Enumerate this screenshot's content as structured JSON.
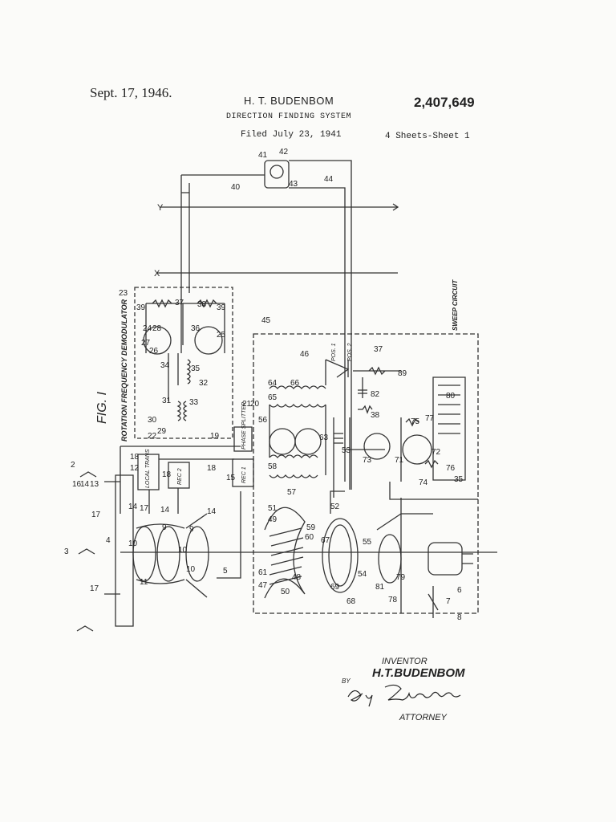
{
  "header": {
    "date": "Sept. 17, 1946.",
    "inventor": "H. T. BUDENBOM",
    "patent_number": "2,407,649",
    "title": "DIRECTION FINDING SYSTEM",
    "filed": "Filed July 23, 1941",
    "sheets": "4 Sheets-Sheet 1"
  },
  "figure": {
    "label": "FIG. I",
    "blocks": {
      "demodulator": "ROTATION FREQUENCY DEMODULATOR",
      "sweep": "SWEEP CIRCUIT",
      "local_trans": "LOCAL TRANS",
      "rec2": "REC 2",
      "rec1": "REC 1",
      "phase_splitter": "PHASE SPLITTER",
      "pos1": "POS. 1",
      "pos2": "POS. 2"
    },
    "axes": {
      "y": "Y",
      "x": "X"
    },
    "refs": {
      "r40": "40",
      "r41": "41",
      "r42": "42",
      "r43": "43",
      "r44": "44",
      "r45": "45",
      "r23": "23",
      "r39a": "39",
      "r37a": "37",
      "r38a": "38",
      "r39b": "39",
      "r24": "24",
      "r28": "28",
      "r36": "36",
      "r25": "25",
      "r27": "27",
      "r26": "26",
      "r34": "34",
      "r35": "35",
      "r32": "32",
      "r31": "31",
      "r33": "33",
      "r30": "30",
      "r22": "22",
      "r29": "29",
      "r19": "19",
      "r21": "21",
      "r20": "20",
      "r18a": "18",
      "r12": "12",
      "r18b": "18",
      "r18c": "18",
      "r2": "2",
      "r16": "16",
      "r14a": "14",
      "r13": "13",
      "r17a": "17",
      "r17b": "17",
      "r17c": "17",
      "r14b": "14",
      "r14c": "14",
      "r14d": "14",
      "r9a": "9",
      "r9b": "9",
      "r3": "3",
      "r4": "4",
      "r10a": "10",
      "r10b": "10",
      "r10c": "10",
      "r11": "11",
      "r5": "5",
      "r15": "15",
      "r46": "46",
      "r37b": "37",
      "r89": "89",
      "r64": "64",
      "r66": "66",
      "r65": "65",
      "r82": "82",
      "r38b": "38",
      "r80": "80",
      "r75": "75",
      "r77": "77",
      "r53": "53",
      "r56": "56",
      "r58": "58",
      "r57": "57",
      "r63": "63",
      "r73": "73",
      "r71": "71",
      "r72": "72",
      "r76": "76",
      "r35b": "35",
      "r74": "74",
      "r51": "51",
      "r49": "49",
      "r59": "59",
      "r60": "60",
      "r52": "52",
      "r67": "67",
      "r55": "55",
      "r54": "54",
      "r69": "69",
      "r68": "68",
      "r61": "61",
      "r47": "47",
      "r50": "50",
      "r48": "48",
      "r79": "79",
      "r81": "81",
      "r78": "78",
      "r7": "7",
      "r6": "6",
      "r8": "8"
    }
  },
  "signature": {
    "inventor_label": "INVENTOR",
    "inventor_name": "H.T.BUDENBOM",
    "by_label": "BY",
    "attorney_label": "ATTORNEY"
  }
}
